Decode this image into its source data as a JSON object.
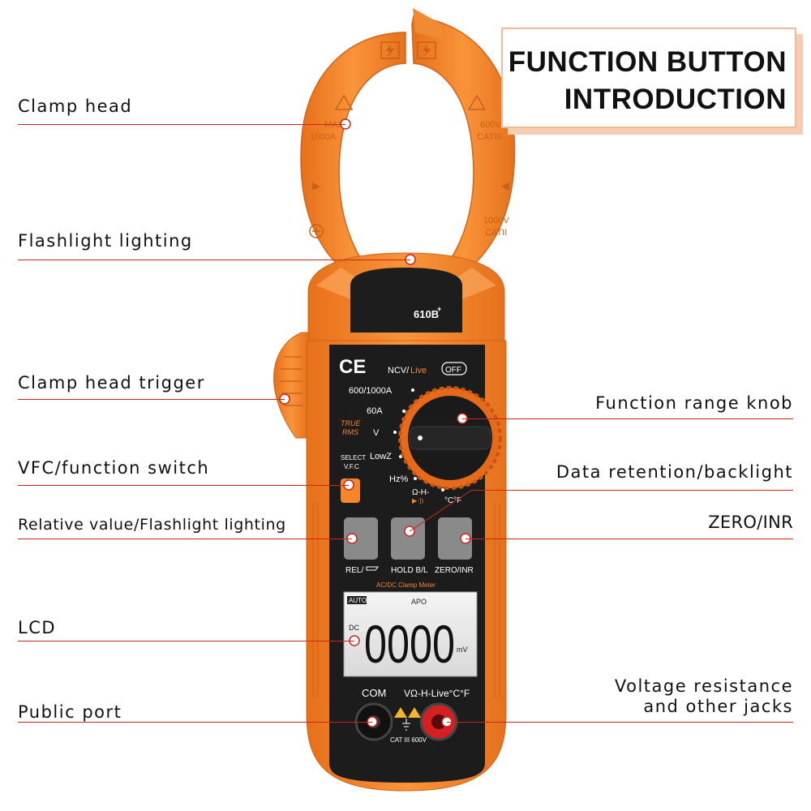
{
  "title": {
    "line1": "FUNCTION BUTTON",
    "line2": "INTRODUCTION"
  },
  "callouts": {
    "clamp_head": "Clamp head",
    "flashlight_lighting": "Flashlight lighting",
    "clamp_head_trigger": "Clamp head trigger",
    "vfc_function_switch": "VFC/function switch",
    "relative_value": "Relative value/Flashlight lighting",
    "lcd": "LCD",
    "public_port": "Public port",
    "function_range_knob": "Function range knob",
    "data_retention": "Data retention/backlight",
    "zero_inr": "ZERO/INR",
    "voltage_jacks_line1": "Voltage resistance",
    "voltage_jacks_line2": "and other jacks"
  },
  "device": {
    "model": "610B",
    "model_sup": "+",
    "ce_mark": "CE",
    "clamp_max": "MAX",
    "clamp_max_value": "1000A",
    "cat_600": "600V",
    "cat_600_class": "CATIII",
    "cat_1000": "1000V",
    "cat_1000_class": "CATII",
    "dial": {
      "off": "OFF",
      "ncv": "NCV/",
      "live": "Live",
      "a_600": "600/1000A",
      "a_60": "60A",
      "volts": "V",
      "lowz": "LowZ",
      "hz": "Hz%",
      "ohm": "Ω-H-",
      "diode": "▶·))",
      "temp": "°C°F",
      "true_rms_1": "TRUE",
      "true_rms_2": "RMS",
      "select_1": "SELECT",
      "select_2": "V.F.C"
    },
    "buttons": {
      "rel": "REL/",
      "hold": "HOLD B/L",
      "zero": "ZERO/INR"
    },
    "lcd": {
      "meter_name": "AC/DC Clamp Meter",
      "auto": "AUTO",
      "apo": "APO",
      "dc": "DC",
      "reading": "0000",
      "unit": "mV"
    },
    "jacks": {
      "com": "COM",
      "voltage": "VΩ-H-Live°C°F",
      "cat": "CAT III 600V"
    }
  },
  "colors": {
    "orange": "#f5862a",
    "callout_line": "#c9271e",
    "body_dark": "#1c1c1c"
  }
}
